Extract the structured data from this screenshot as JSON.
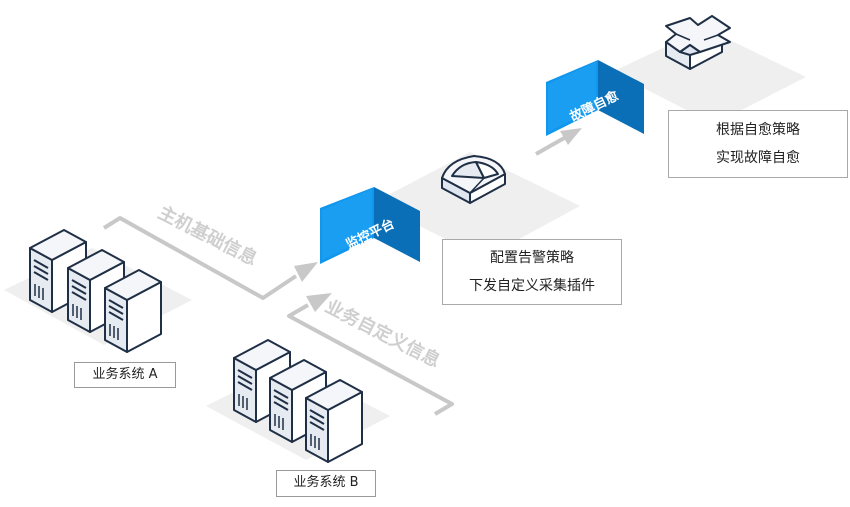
{
  "systems": {
    "a_label": "业务系统 A",
    "b_label": "业务系统 B"
  },
  "flows": {
    "host_info": "主机基础信息",
    "custom_info": "业务自定义信息"
  },
  "monitoring": {
    "banner": "监控平台",
    "desc_line1": "配置告警策略",
    "desc_line2": "下发自定义采集插件"
  },
  "self_healing": {
    "banner": "故障自愈",
    "desc_line1": "根据自愈策略",
    "desc_line2": "实现故障自愈"
  },
  "colors": {
    "accent": "#1196ee",
    "platform": "#efefef",
    "arrow": "#c8c8c8",
    "server_light": "#e9eef5",
    "server_dark": "#1f2f45"
  }
}
